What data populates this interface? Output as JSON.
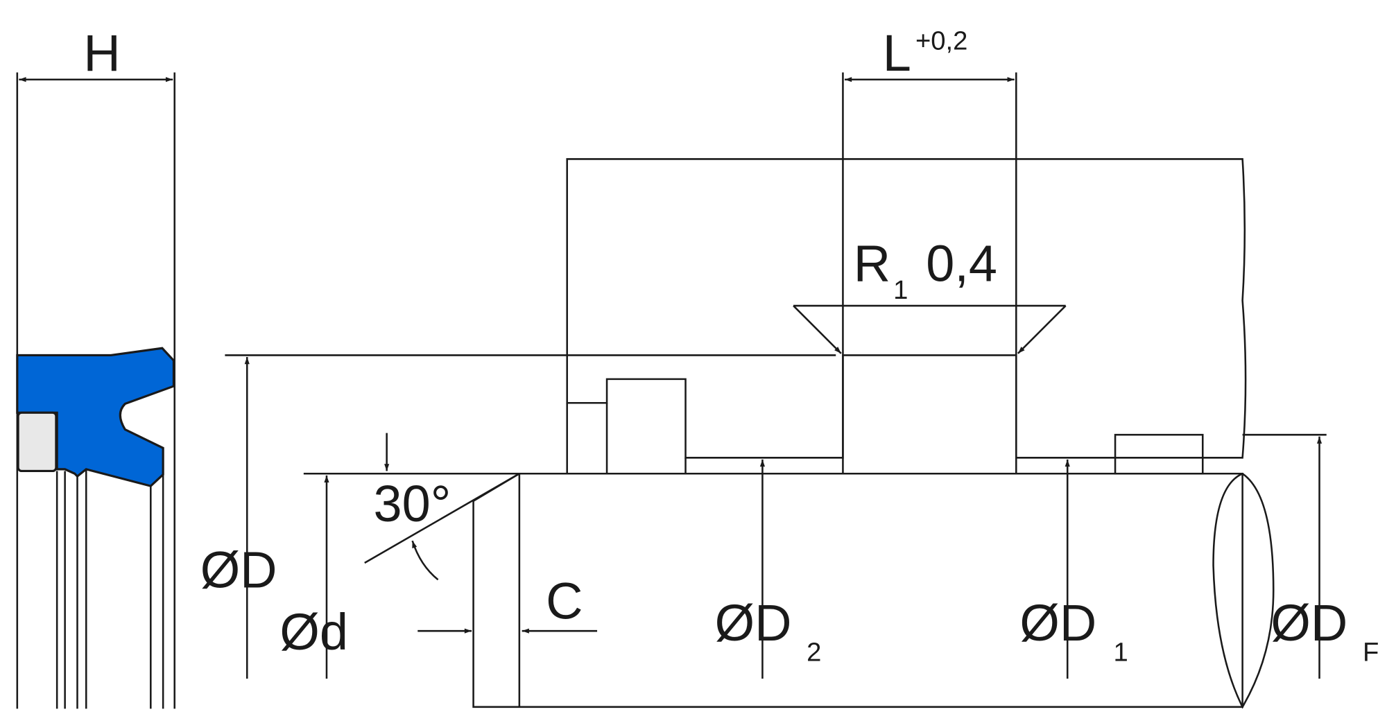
{
  "title": "Rod seal installation drawing",
  "colors": {
    "seal": "#0066d6",
    "housing": "#dcdedd",
    "ring": "#e8e8e8",
    "line": "#1a1a1a"
  },
  "labels": {
    "H": "H",
    "L": "L",
    "L_tol": "+0,2",
    "R": "R",
    "R_sub": "1",
    "R_val": "0,4",
    "angle": "30°",
    "D": "ØD",
    "d": "Ød",
    "C": "C",
    "D2": "ØD",
    "D2_sub": "2",
    "D1": "ØD",
    "D1_sub": "1",
    "DF": "ØD",
    "DF_sub": "F"
  }
}
